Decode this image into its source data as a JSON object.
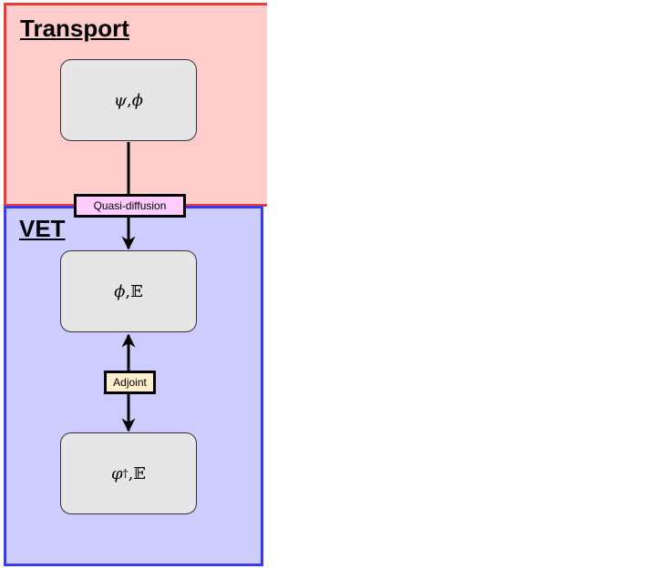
{
  "regions": {
    "transport": {
      "title": "Transport",
      "color": "#ffcccc",
      "border": "#ee3a3a"
    },
    "vet": {
      "title": "VET",
      "color": "#ccccff",
      "border": "#3a3aee"
    }
  },
  "nodes": {
    "psi_phi": {
      "a": "ψ",
      "sep": ", ",
      "b": "ϕ"
    },
    "phi_E": {
      "a": "ϕ",
      "sep": ", ",
      "b": "𝔼"
    },
    "varphi_E": {
      "a": "φ",
      "sup": "†",
      "sep": ", ",
      "b": "𝔼"
    }
  },
  "edges": {
    "quasi_diffusion": {
      "label": "Quasi-diffusion",
      "color": "#ffccff"
    },
    "adjoint": {
      "label": "Adjoint",
      "color": "#ffeecc"
    }
  }
}
